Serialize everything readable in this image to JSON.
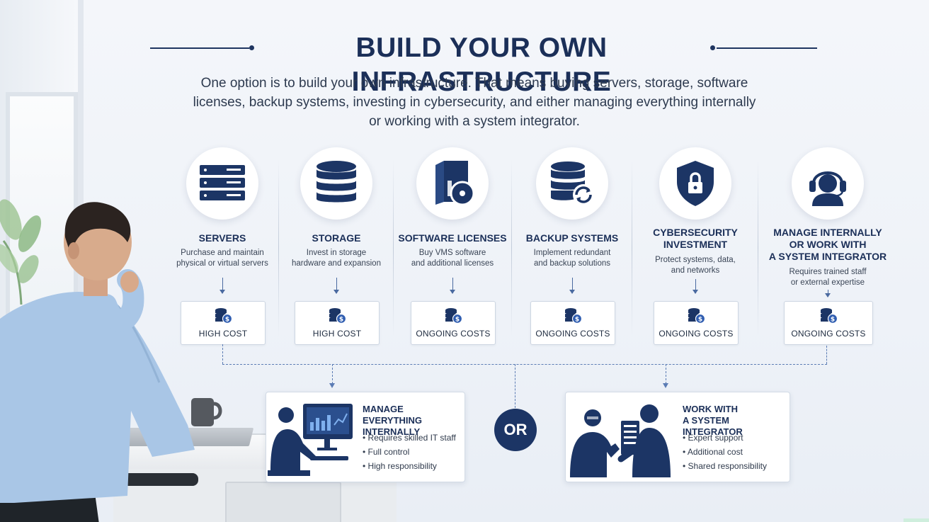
{
  "title": "BUILD YOUR OWN INFRASTRUCTURE",
  "intro_lines": [
    "One option is to build your own infrastructure. That means buying servers, storage, software",
    "licenses, backup systems, investing in cybersecurity, and either managing everything internally",
    "or working with a system integrator."
  ],
  "columns": [
    {
      "icon": "server-rack-icon",
      "title_lines": [
        "SERVERS"
      ],
      "desc_lines": [
        "Purchase and maintain",
        "physical or virtual servers"
      ],
      "cost": "HIGH COST"
    },
    {
      "icon": "database-icon",
      "title_lines": [
        "STORAGE"
      ],
      "desc_lines": [
        "Invest in storage",
        "hardware and expansion"
      ],
      "cost": "HIGH COST"
    },
    {
      "icon": "software-box-icon",
      "title_lines": [
        "SOFTWARE LICENSES"
      ],
      "desc_lines": [
        "Buy VMS software",
        "and additional licenses"
      ],
      "cost": "ONGOING COSTS"
    },
    {
      "icon": "backup-database-icon",
      "title_lines": [
        "BACKUP SYSTEMS"
      ],
      "desc_lines": [
        "Implement redundant",
        "and backup solutions"
      ],
      "cost": "ONGOING COSTS"
    },
    {
      "icon": "security-shield-lock-icon",
      "title_lines": [
        "CYBERSECURITY",
        "INVESTMENT"
      ],
      "desc_lines": [
        "Protect systems, data,",
        "and networks"
      ],
      "cost": "ONGOING COSTS"
    },
    {
      "icon": "headset-support-icon",
      "title_lines": [
        "MANAGE INTERNALLY",
        "OR WORK WITH",
        "A SYSTEM INTEGRATOR"
      ],
      "desc_lines": [
        "Requires trained staff",
        "or external expertise"
      ],
      "cost": "ONGOING COSTS"
    }
  ],
  "options": [
    {
      "icon": "it-staff-monitor-icon",
      "title_lines": [
        "MANAGE EVERYTHING",
        "INTERNALLY"
      ],
      "bullets": [
        "Requires skilled IT staff",
        "Full control",
        "High responsibility"
      ]
    },
    {
      "icon": "integrator-handshake-icon",
      "title_lines": [
        "WORK WITH",
        "A SYSTEM INTEGRATOR"
      ],
      "bullets": [
        "Expert support",
        "Additional cost",
        "Shared responsibility"
      ]
    }
  ],
  "or_label": "OR",
  "colors": {
    "navy": "#1c3565",
    "title": "#1b2f58",
    "connector": "#5b7cb4",
    "background": "#f1f4f9"
  }
}
